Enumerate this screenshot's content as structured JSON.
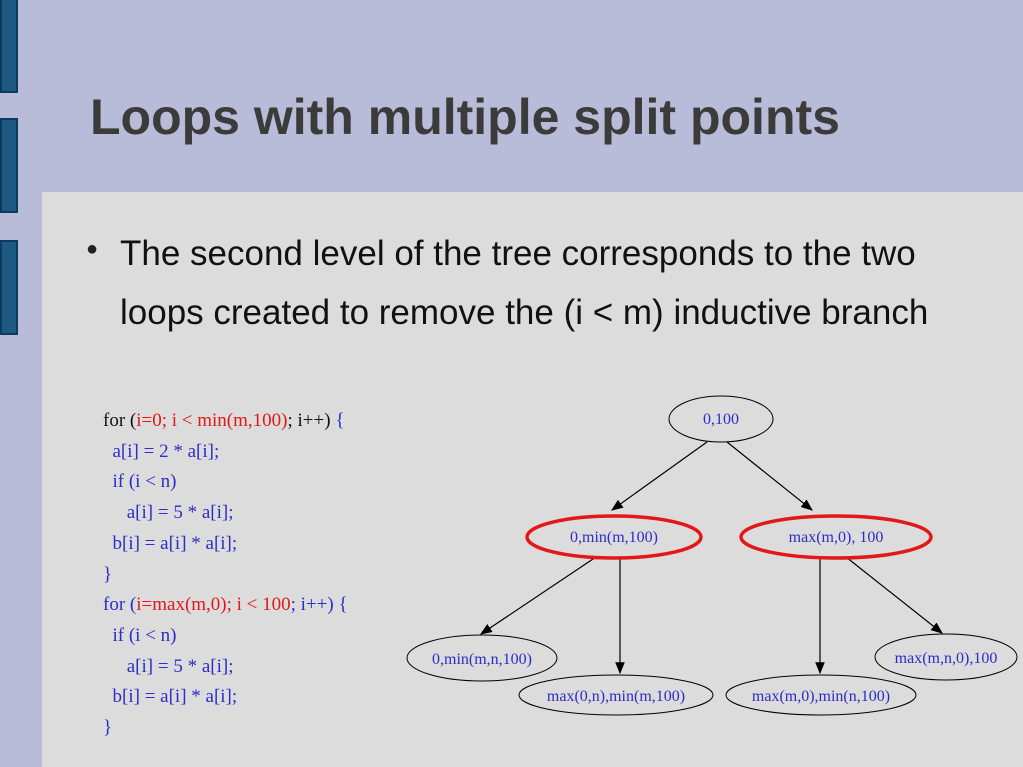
{
  "slide": {
    "title": "Loops with multiple split points",
    "bullet": "The second level of the tree corresponds to the two loops created to remove the (i < m) inductive branch"
  },
  "code": {
    "l1_a": "for (",
    "l1_b": "i=0; i < min(m,100)",
    "l1_c": "; i++) ",
    "l1_d": "{",
    "l2": "  a[i] = 2 * a[i];",
    "l3": "  if (i < n)",
    "l4": "     a[i] = 5 * a[i];",
    "l5": "  b[i] = a[i] * a[i];",
    "l6": "}",
    "l7_a": "for (",
    "l7_b": "i=max(m,0); i < 100",
    "l7_c": "; i++) {",
    "l8": "  if (i < n)",
    "l9": "     a[i] = 5 * a[i];",
    "l10": "  b[i] = a[i] * a[i];",
    "l11": "}"
  },
  "tree": {
    "root": "0,100",
    "left": "0,min(m,100)",
    "right": "max(m,0), 100",
    "ll": "0,min(m,n,100)",
    "lr": "max(0,n),min(m,100)",
    "rl": "max(m,0),min(n,100)",
    "rr": "max(m,n,0),100"
  },
  "colors": {
    "highlight": "#e21818",
    "code_blue": "#2c2cc8",
    "tab": "#1c5a85"
  }
}
